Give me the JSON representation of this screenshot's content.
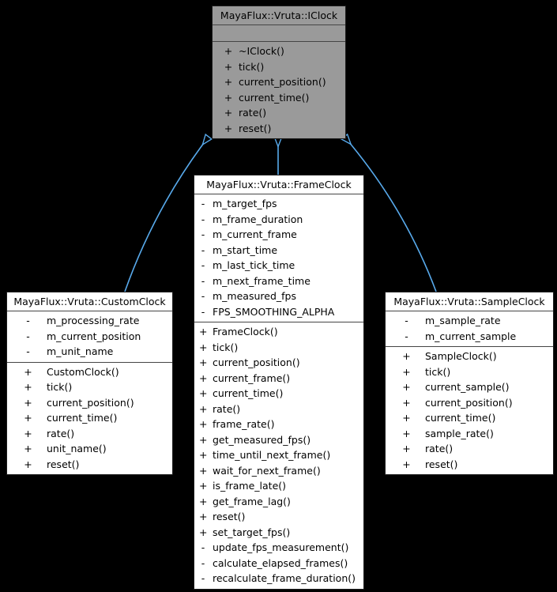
{
  "diagram": {
    "background_color": "#000000",
    "arrow_color": "#58aaec",
    "base_class_fill": "#9a9a9a",
    "derived_class_fill": "#ffffff",
    "classes": [
      {
        "id": "iclock",
        "title": "MayaFlux::Vruta::IClock",
        "attributes": [],
        "methods": [
          {
            "sign": "+",
            "label": "~IClock()"
          },
          {
            "sign": "+",
            "label": "tick()"
          },
          {
            "sign": "+",
            "label": "current_position()"
          },
          {
            "sign": "+",
            "label": "current_time()"
          },
          {
            "sign": "+",
            "label": "rate()"
          },
          {
            "sign": "+",
            "label": "reset()"
          }
        ]
      },
      {
        "id": "frameclock",
        "title": "MayaFlux::Vruta::FrameClock",
        "attributes": [
          {
            "sign": "-",
            "label": "m_target_fps"
          },
          {
            "sign": "-",
            "label": "m_frame_duration"
          },
          {
            "sign": "-",
            "label": "m_current_frame"
          },
          {
            "sign": "-",
            "label": "m_start_time"
          },
          {
            "sign": "-",
            "label": "m_last_tick_time"
          },
          {
            "sign": "-",
            "label": "m_next_frame_time"
          },
          {
            "sign": "-",
            "label": "m_measured_fps"
          },
          {
            "sign": "-",
            "label": "FPS_SMOOTHING_ALPHA"
          }
        ],
        "methods": [
          {
            "sign": "+",
            "label": "FrameClock()"
          },
          {
            "sign": "+",
            "label": "tick()"
          },
          {
            "sign": "+",
            "label": "current_position()"
          },
          {
            "sign": "+",
            "label": "current_frame()"
          },
          {
            "sign": "+",
            "label": "current_time()"
          },
          {
            "sign": "+",
            "label": "rate()"
          },
          {
            "sign": "+",
            "label": "frame_rate()"
          },
          {
            "sign": "+",
            "label": "get_measured_fps()"
          },
          {
            "sign": "+",
            "label": "time_until_next_frame()"
          },
          {
            "sign": "+",
            "label": "wait_for_next_frame()"
          },
          {
            "sign": "+",
            "label": "is_frame_late()"
          },
          {
            "sign": "+",
            "label": "get_frame_lag()"
          },
          {
            "sign": "+",
            "label": "reset()"
          },
          {
            "sign": "+",
            "label": "set_target_fps()"
          },
          {
            "sign": "-",
            "label": "update_fps_measurement()"
          },
          {
            "sign": "-",
            "label": "calculate_elapsed_frames()"
          },
          {
            "sign": "-",
            "label": "recalculate_frame_duration()"
          }
        ]
      },
      {
        "id": "customclock",
        "title": "MayaFlux::Vruta::CustomClock",
        "attributes": [
          {
            "sign": "-",
            "label": "m_processing_rate"
          },
          {
            "sign": "-",
            "label": "m_current_position"
          },
          {
            "sign": "-",
            "label": "m_unit_name"
          }
        ],
        "methods": [
          {
            "sign": "+",
            "label": "CustomClock()"
          },
          {
            "sign": "+",
            "label": "tick()"
          },
          {
            "sign": "+",
            "label": "current_position()"
          },
          {
            "sign": "+",
            "label": "current_time()"
          },
          {
            "sign": "+",
            "label": "rate()"
          },
          {
            "sign": "+",
            "label": "unit_name()"
          },
          {
            "sign": "+",
            "label": "reset()"
          }
        ]
      },
      {
        "id": "sampleclock",
        "title": "MayaFlux::Vruta::SampleClock",
        "attributes": [
          {
            "sign": "-",
            "label": "m_sample_rate"
          },
          {
            "sign": "-",
            "label": "m_current_sample"
          }
        ],
        "methods": [
          {
            "sign": "+",
            "label": "SampleClock()"
          },
          {
            "sign": "+",
            "label": "tick()"
          },
          {
            "sign": "+",
            "label": "current_sample()"
          },
          {
            "sign": "+",
            "label": "current_position()"
          },
          {
            "sign": "+",
            "label": "current_time()"
          },
          {
            "sign": "+",
            "label": "sample_rate()"
          },
          {
            "sign": "+",
            "label": "rate()"
          },
          {
            "sign": "+",
            "label": "reset()"
          }
        ]
      }
    ],
    "relations": [
      {
        "from": "MayaFlux::Vruta::CustomClock",
        "to": "MayaFlux::Vruta::IClock",
        "type": "public-inheritance"
      },
      {
        "from": "MayaFlux::Vruta::FrameClock",
        "to": "MayaFlux::Vruta::IClock",
        "type": "public-inheritance"
      },
      {
        "from": "MayaFlux::Vruta::SampleClock",
        "to": "MayaFlux::Vruta::IClock",
        "type": "public-inheritance"
      }
    ]
  }
}
